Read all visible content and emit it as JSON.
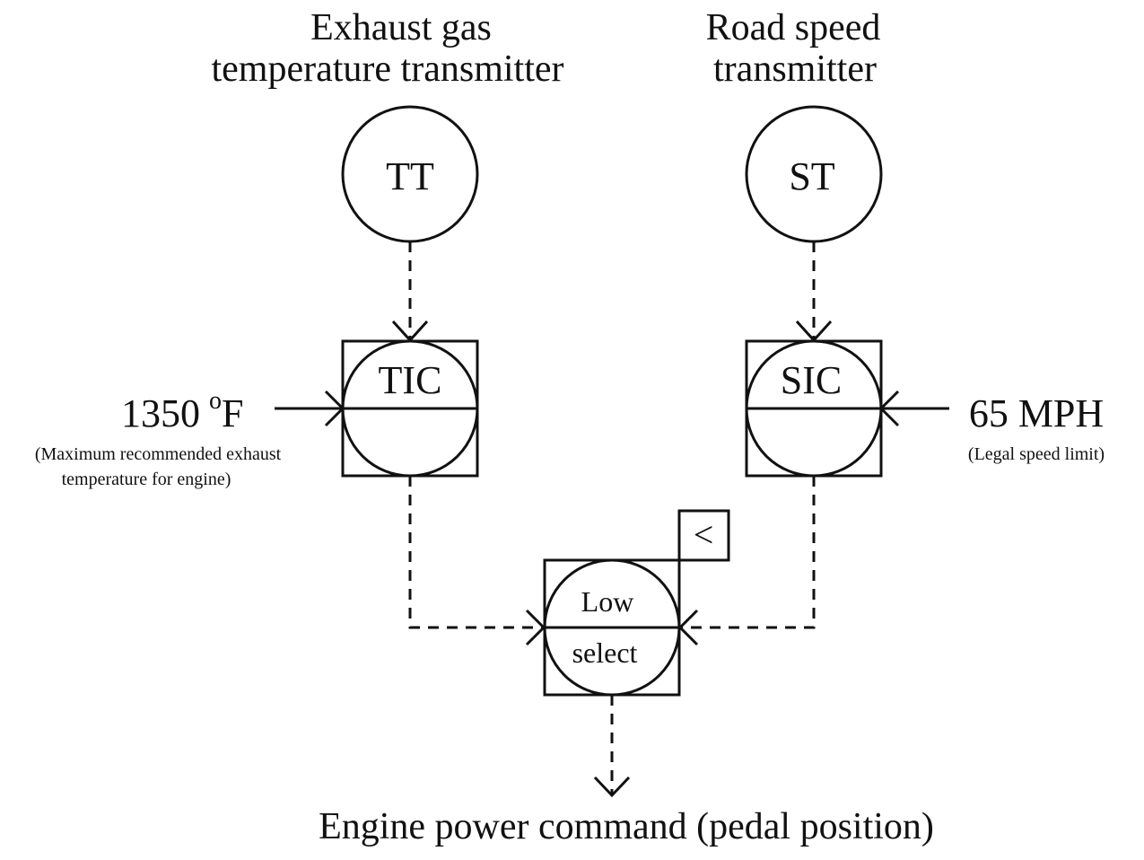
{
  "transmitters": {
    "temperature": {
      "title_line1": "Exhaust gas",
      "title_line2": "temperature transmitter",
      "tag": "TT"
    },
    "speed": {
      "title_line1": "Road speed",
      "title_line2": "transmitter",
      "tag": "ST"
    }
  },
  "controllers": {
    "temperature": {
      "tag": "TIC"
    },
    "speed": {
      "tag": "SIC"
    }
  },
  "setpoints": {
    "temperature": {
      "value": "1350",
      "degree": "o",
      "unit": "F",
      "note_line1": "(Maximum recommended exhaust",
      "note_line2": "temperature for engine)"
    },
    "speed": {
      "value": "65 MPH",
      "note": "(Legal speed limit)"
    }
  },
  "selector": {
    "line1": "Low",
    "line2": "select",
    "function_symbol": "<"
  },
  "output": {
    "label": "Engine power command (pedal position)"
  }
}
